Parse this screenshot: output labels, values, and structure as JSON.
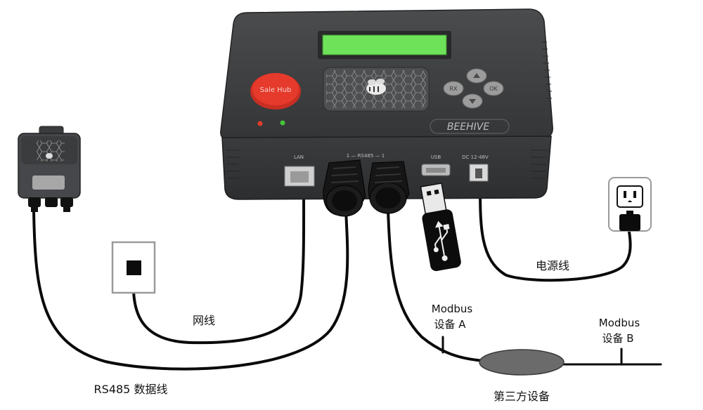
{
  "hub": {
    "button_label": "Sale Hub",
    "brand": "BEEHIVE",
    "led_left_label": "",
    "led_right_label": "",
    "keypad": {
      "left": "RX",
      "right": "OK"
    },
    "ports": {
      "lan": "LAN",
      "rs485": "1 — RS485 — 1",
      "usb": "USB",
      "dc": "DC 12-48V"
    }
  },
  "labels": {
    "network_cable": "网线",
    "power_cable": "电源线",
    "rs485_cable": "RS485 数据线",
    "modbus_a_line1": "Modbus",
    "modbus_a_line2": "设备 A",
    "modbus_b_line1": "Modbus",
    "modbus_b_line2": "设备 B",
    "third_party": "第三方设备"
  },
  "colors": {
    "hub_body": "#3f4143",
    "display": "#6ee35a",
    "button": "#e53a2c",
    "cable": "#0a0a0a",
    "third_party_device": "#6b6b6b"
  }
}
